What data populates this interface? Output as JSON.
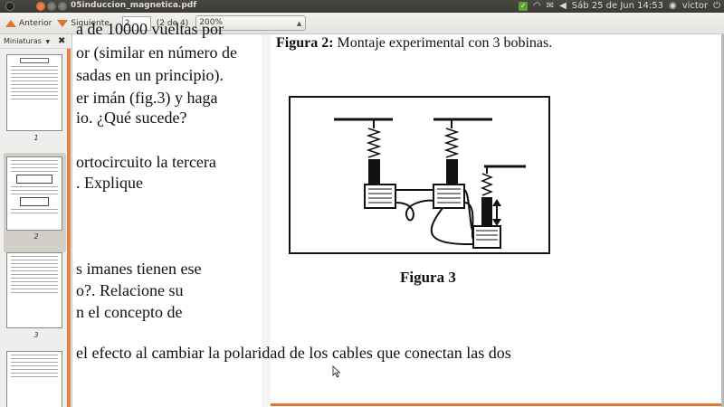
{
  "window": {
    "title": "05induccion_magnetica.pdf",
    "datetime": "Sáb 25 de Jun 14:53",
    "user": "victor"
  },
  "toolbar": {
    "prev_label": "Anterior",
    "next_label": "Siguiente",
    "page_value": "2",
    "page_count": "(2 de 4)",
    "zoom": "200%"
  },
  "sidebar": {
    "title": "Miniaturas",
    "pages": [
      "1",
      "2",
      "3"
    ]
  },
  "document": {
    "left_lines": [
      "a de 10000 vueltas por",
      "or (similar en número de",
      "sadas en un principio).",
      "er imán (fig.3) y haga",
      "io. ¿Qué sucede?",
      "ortocircuito   la   tercera",
      ". Explique",
      "s   imanes   tienen   ese",
      "o?.       Relacione       su",
      "n     el     concepto     de"
    ],
    "figure2_bold": "Figura 2:",
    "figure2_text": " Montaje experimental con 3 bobinas.",
    "figure3_caption": "Figura 3",
    "bottom_line": "el efecto al cambiar la polaridad de los cables que conectan las dos"
  },
  "colors": {
    "accent": "#e0752d",
    "panel": "#3b3a36"
  }
}
